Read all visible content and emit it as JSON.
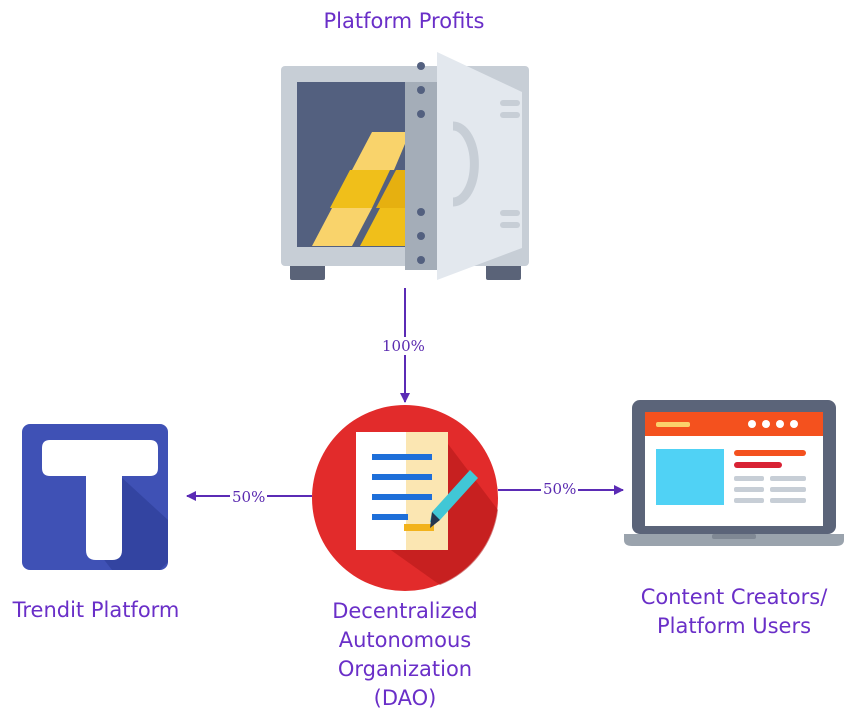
{
  "nodes": {
    "profits": {
      "label": "Platform Profits",
      "icon": "safe-icon"
    },
    "dao": {
      "label_lines": [
        "Decentralized",
        "Autonomous",
        "Organization",
        "(DAO)"
      ],
      "icon": "document-pen-icon"
    },
    "trendit": {
      "label": "Trendit Platform",
      "icon": "trendit-logo-icon"
    },
    "creators": {
      "label_lines": [
        "Content Creators/",
        "Platform Users"
      ],
      "icon": "laptop-icon"
    }
  },
  "edges": {
    "profits_to_dao": {
      "percent": "100%"
    },
    "dao_to_trendit": {
      "percent": "50%"
    },
    "dao_to_creators": {
      "percent": "50%"
    }
  },
  "colors": {
    "accent": "#6a2fc8",
    "arrow": "#5b2bb5",
    "dao_red": "#e23a3a",
    "trendit_blue": "#3f51b5",
    "laptop_orange": "#f4511e",
    "gold": "#f2c21b"
  }
}
